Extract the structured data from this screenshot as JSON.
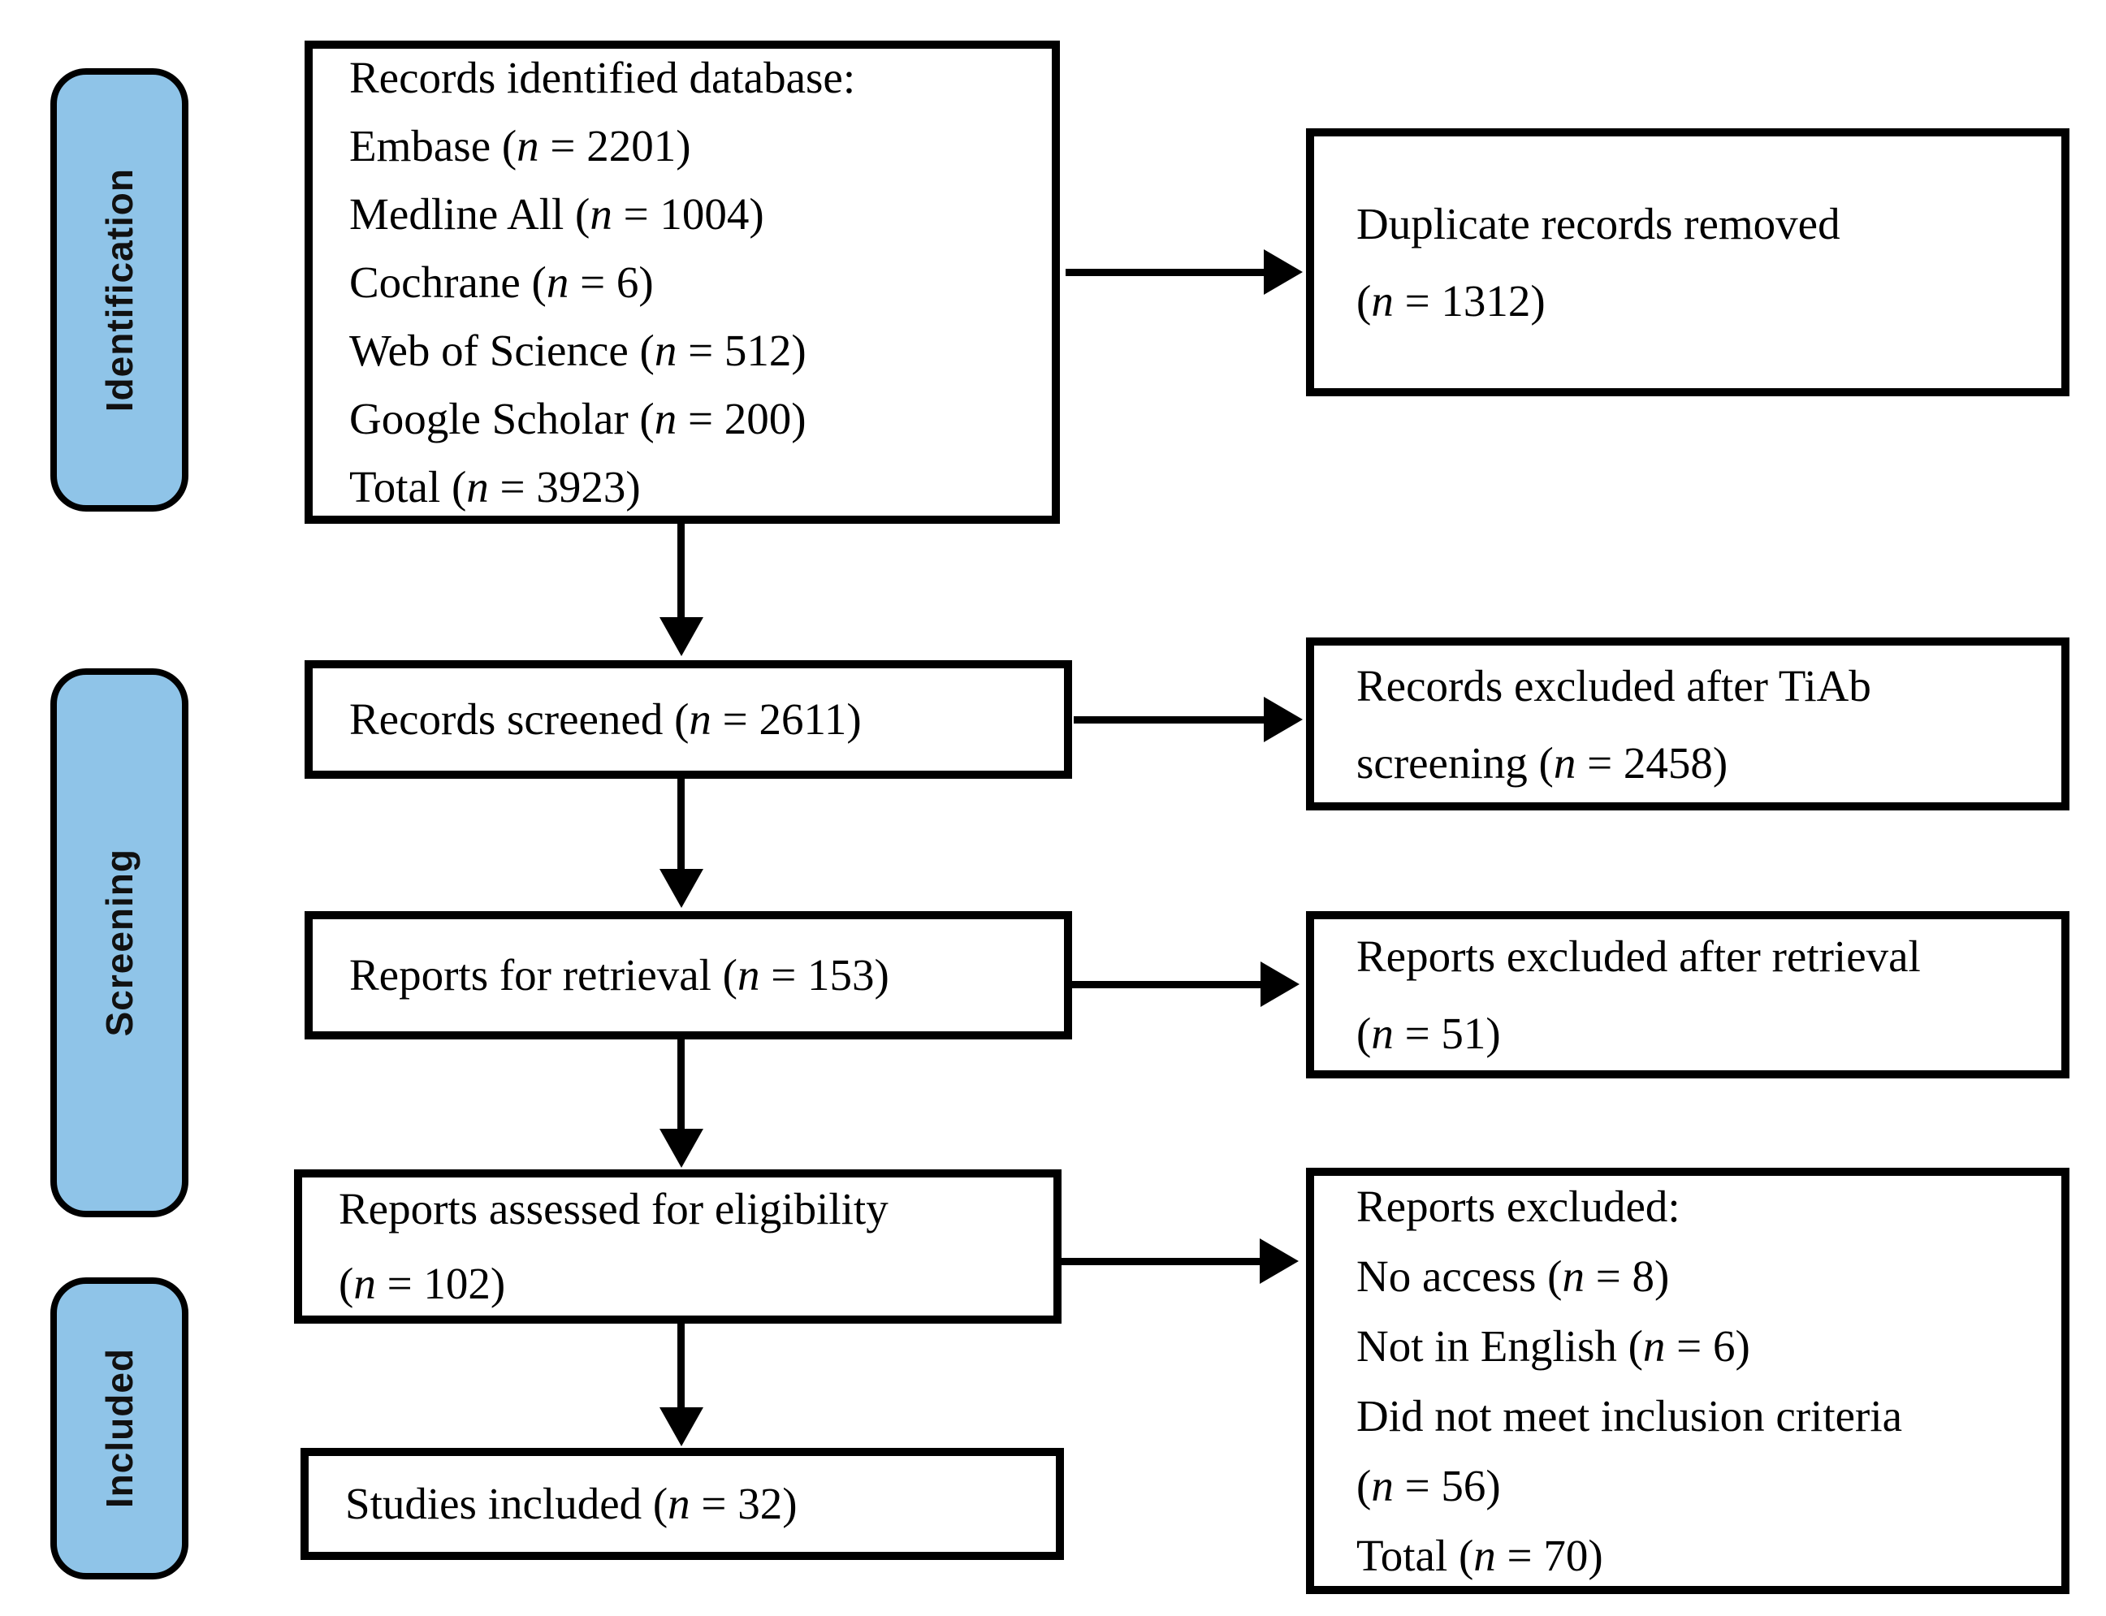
{
  "diagram_type": "PRISMA flow diagram",
  "colors": {
    "stage_fill": "#8FC4E8",
    "stage_border": "#000000",
    "box_border": "#000000",
    "arrow": "#000000",
    "background": "#FFFFFF",
    "text": "#000000"
  },
  "stages": [
    {
      "label": "Identification"
    },
    {
      "label": "Screening"
    },
    {
      "label": "Included"
    }
  ],
  "boxes": {
    "identified": {
      "lines": [
        "Records identified database:",
        "Embase (n = 2201)",
        "Medline All (n = 1004)",
        "Cochrane (n = 6)",
        "Web of Science (n = 512)",
        "Google Scholar (n = 200)",
        "Total (n = 3923)"
      ]
    },
    "duplicates": {
      "lines": [
        "Duplicate records removed",
        "(n = 1312)"
      ]
    },
    "screened": {
      "lines": [
        "Records screened (n = 2611)"
      ]
    },
    "tiab_excluded": {
      "lines": [
        "Records excluded after TiAb",
        "screening (n = 2458)"
      ]
    },
    "retrieval": {
      "lines": [
        "Reports for retrieval (n = 153)"
      ]
    },
    "retrieval_excluded": {
      "lines": [
        "Reports excluded after retrieval",
        "(n = 51)"
      ]
    },
    "assessed": {
      "lines": [
        "Reports assessed for eligibility",
        "(n = 102)"
      ]
    },
    "reports_excluded": {
      "lines": [
        "Reports excluded:",
        "No access (n = 8)",
        "Not in English (n = 6)",
        "Did not meet inclusion criteria",
        "(n = 56)",
        "Total (n = 70)"
      ]
    },
    "included": {
      "lines": [
        "Studies included (n = 32)"
      ]
    }
  }
}
